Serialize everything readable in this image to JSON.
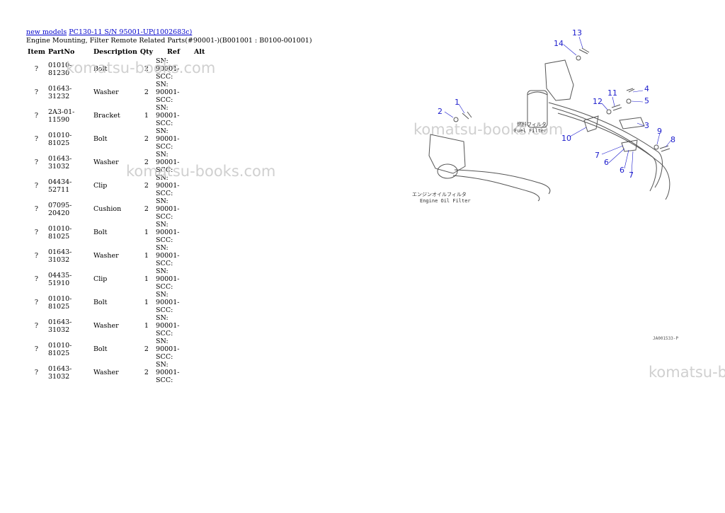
{
  "breadcrumb": {
    "link1": "new models",
    "link2": "PC130-11 S/N 95001-UP(1002683c)"
  },
  "page_title": "Engine Mounting, Filter Remote Related Parts(#90001-)(B001001 : B0100-001001)",
  "table": {
    "headers": [
      "Item",
      "PartNo",
      "Description",
      "Qty",
      "Ref",
      "Alt"
    ],
    "rows": [
      {
        "item": "?",
        "part": "01010-81230",
        "desc": "Bolt",
        "qty": "2",
        "ref": "SN: 90001-SCC:"
      },
      {
        "item": "?",
        "part": "01643-31232",
        "desc": "Washer",
        "qty": "2",
        "ref": "SN: 90001-SCC:"
      },
      {
        "item": "?",
        "part": "2A3-01-11590",
        "desc": "Bracket",
        "qty": "1",
        "ref": "SN: 90001-SCC:"
      },
      {
        "item": "?",
        "part": "01010-81025",
        "desc": "Bolt",
        "qty": "2",
        "ref": "SN: 90001-SCC:"
      },
      {
        "item": "?",
        "part": "01643-31032",
        "desc": "Washer",
        "qty": "2",
        "ref": "SN: 90001-SCC:"
      },
      {
        "item": "?",
        "part": "04434-52711",
        "desc": "Clip",
        "qty": "2",
        "ref": "SN: 90001-SCC:"
      },
      {
        "item": "?",
        "part": "07095-20420",
        "desc": "Cushion",
        "qty": "2",
        "ref": "SN: 90001-SCC:"
      },
      {
        "item": "?",
        "part": "01010-81025",
        "desc": "Bolt",
        "qty": "1",
        "ref": "SN: 90001-SCC:"
      },
      {
        "item": "?",
        "part": "01643-31032",
        "desc": "Washer",
        "qty": "1",
        "ref": "SN: 90001-SCC:"
      },
      {
        "item": "?",
        "part": "04435-51910",
        "desc": "Clip",
        "qty": "1",
        "ref": "SN: 90001-SCC:"
      },
      {
        "item": "?",
        "part": "01010-81025",
        "desc": "Bolt",
        "qty": "1",
        "ref": "SN: 90001-SCC:"
      },
      {
        "item": "?",
        "part": "01643-31032",
        "desc": "Washer",
        "qty": "1",
        "ref": "SN: 90001-SCC:"
      },
      {
        "item": "?",
        "part": "01010-81025",
        "desc": "Bolt",
        "qty": "2",
        "ref": "SN: 90001-SCC:"
      },
      {
        "item": "?",
        "part": "01643-31032",
        "desc": "Washer",
        "qty": "2",
        "ref": "SN: 90001-SCC:"
      }
    ]
  },
  "watermark": "komatsu-books.com",
  "watermark_partial": "komatsu-b",
  "diagram": {
    "callouts": [
      "13",
      "14",
      "1",
      "2",
      "11",
      "12",
      "4",
      "5",
      "3",
      "10",
      "9",
      "8",
      "7",
      "6",
      "6",
      "7"
    ],
    "fuel_filter_jp": "燃料フィルタ",
    "fuel_filter_en": "Fuel Filter",
    "oil_filter_jp": "エンジンオイルフィルタ",
    "oil_filter_en": "Engine Oil Filter",
    "drawing_code": "JA001533-P"
  },
  "colors": {
    "link": "#0000cc",
    "callout": "#1a1acc",
    "watermark": "#d0d0d0"
  }
}
